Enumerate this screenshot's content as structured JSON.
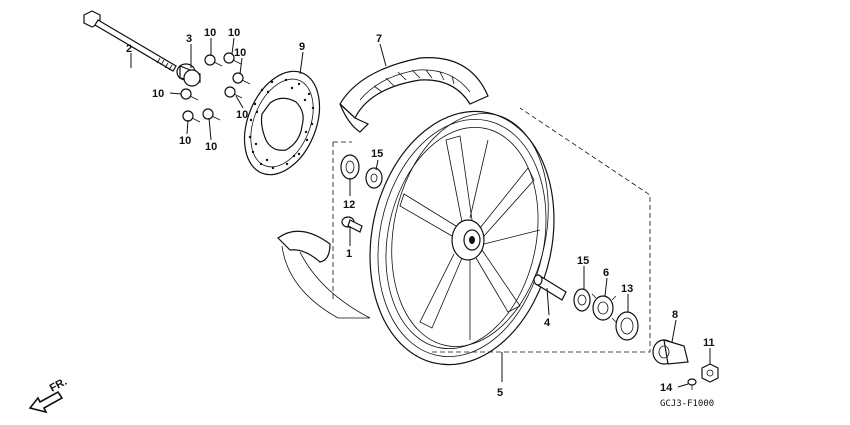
{
  "diagram": {
    "code": "GCJ3-F1000",
    "direction_label": "FR.",
    "callouts": {
      "c1": "1",
      "c2": "2",
      "c3": "3",
      "c4": "4",
      "c5": "5",
      "c6": "6",
      "c7": "7",
      "c8": "8",
      "c9": "9",
      "c10a": "10",
      "c10b": "10",
      "c10c": "10",
      "c10d": "10",
      "c10e": "10",
      "c10f": "10",
      "c11": "11",
      "c12": "12",
      "c13": "13",
      "c14": "14",
      "c15a": "15",
      "c15b": "15"
    }
  }
}
